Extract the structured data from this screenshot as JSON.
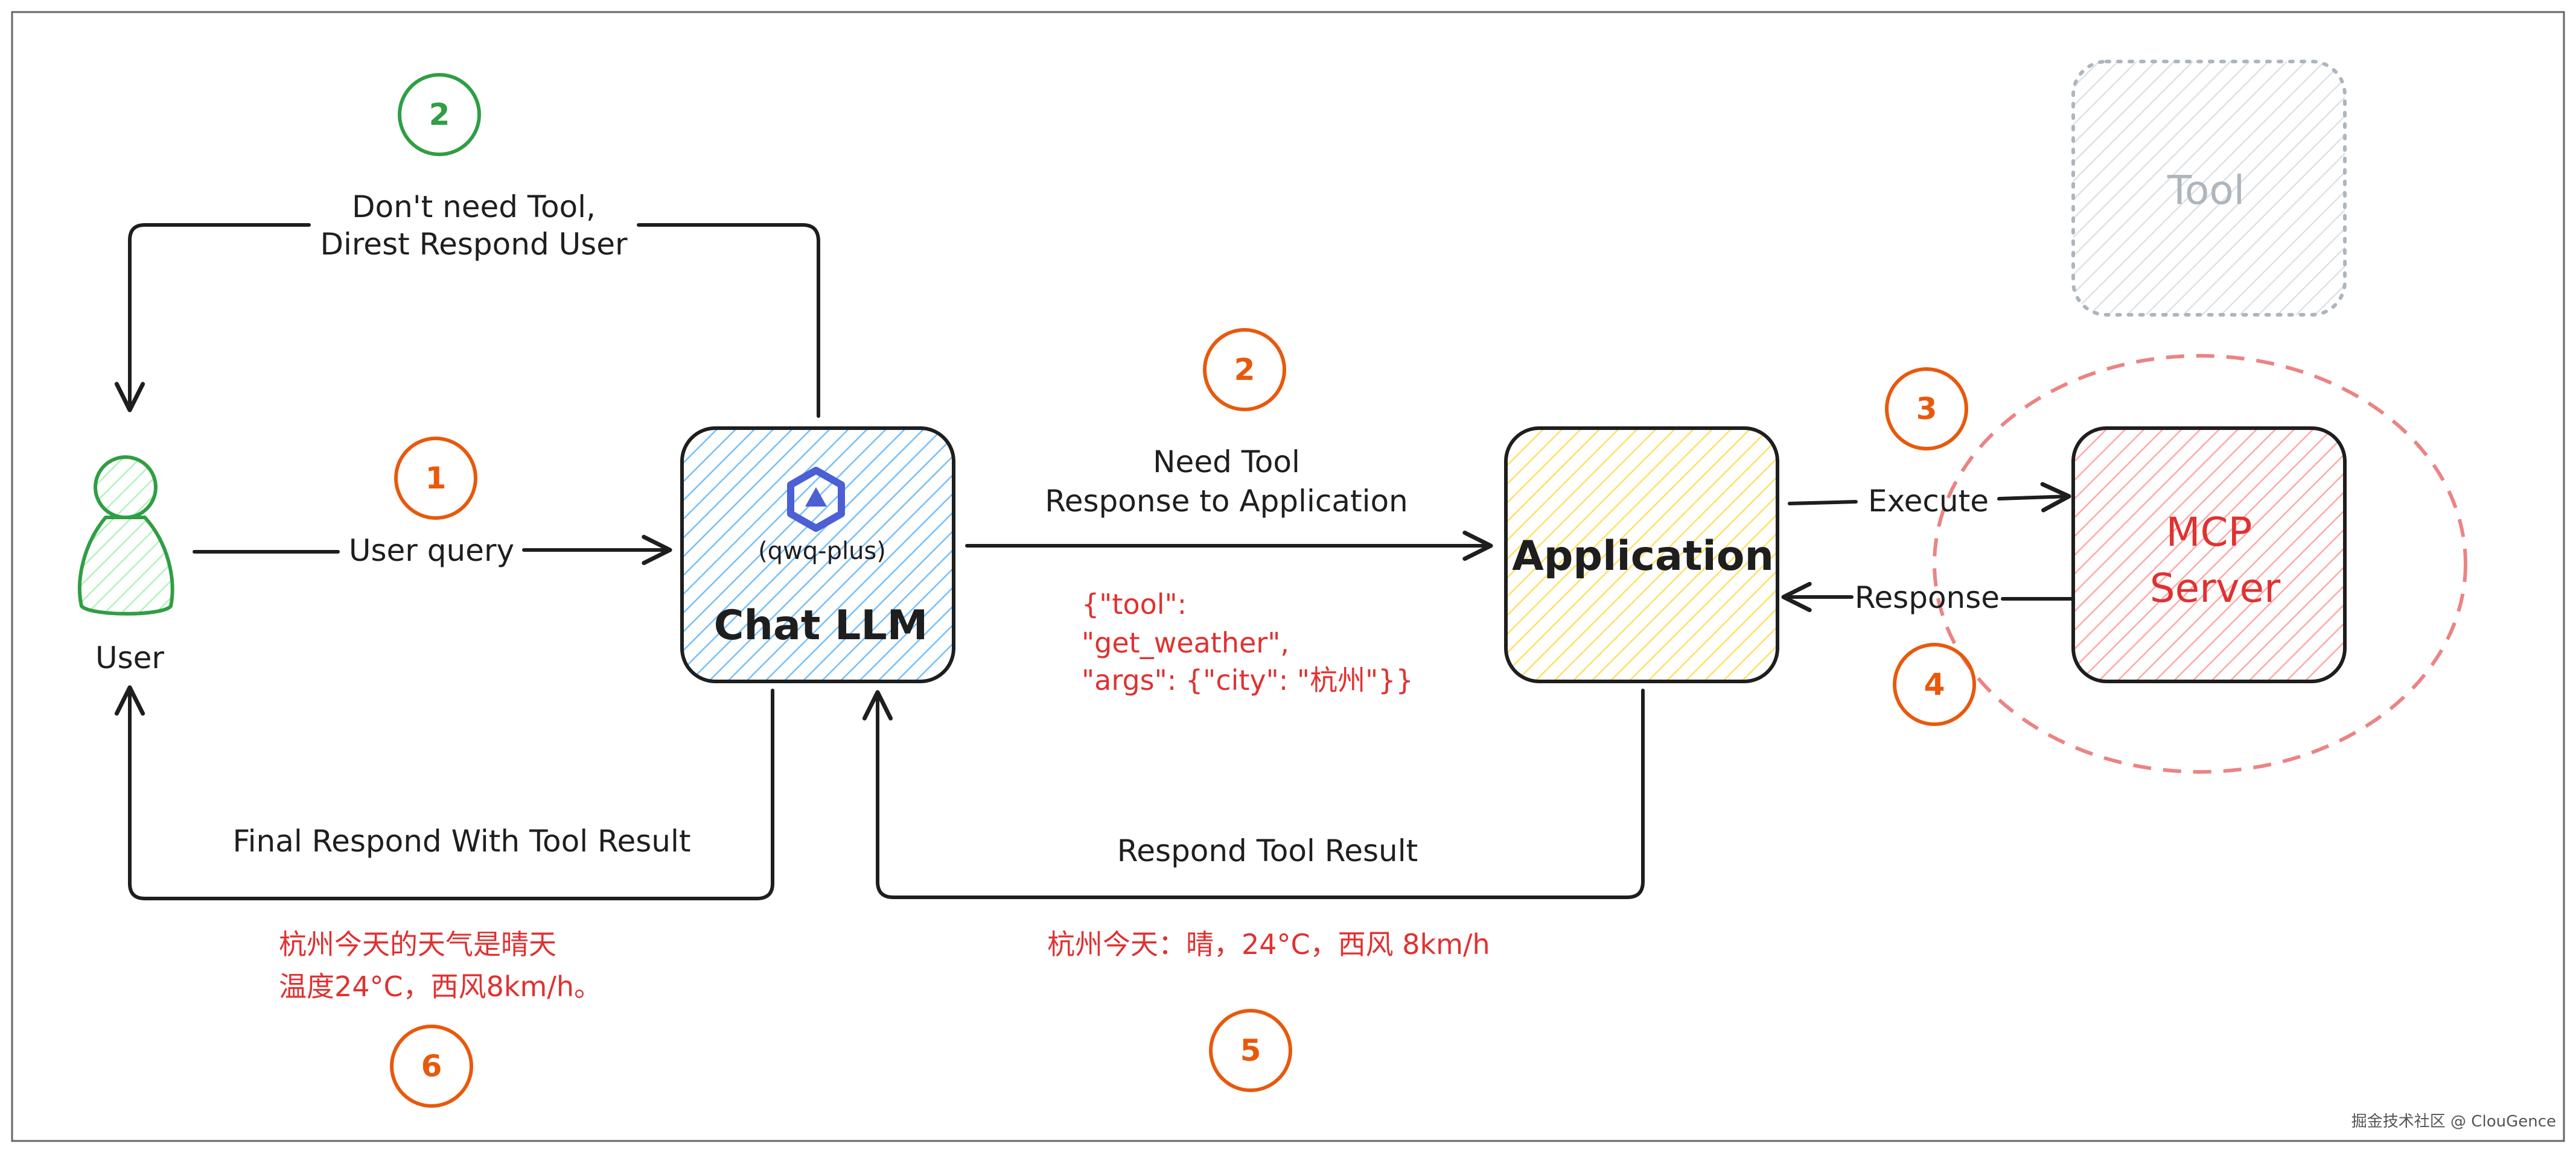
{
  "nodes": {
    "user": {
      "label": "User"
    },
    "chat_llm": {
      "label": "Chat LLM",
      "model": "(qwq-plus)"
    },
    "application": {
      "label": "Application"
    },
    "mcp_server": {
      "line1": "MCP",
      "line2": "Server"
    },
    "tool": {
      "label": "Tool"
    }
  },
  "edges": {
    "user_query": "User query",
    "direct_respond_1": "Don't need Tool,",
    "direct_respond_2": "Direst Respond User",
    "need_tool_1": "Need Tool",
    "need_tool_2": "Response to Application",
    "execute": "Execute",
    "response": "Response",
    "respond_tool_result": "Respond Tool Result",
    "final_respond": "Final Respond With Tool Result"
  },
  "badges": {
    "b1": "1",
    "b2_green": "2",
    "b2_orange": "2",
    "b3": "3",
    "b4": "4",
    "b5": "5",
    "b6": "6"
  },
  "annotations": {
    "tool_call_1": "{\"tool\":",
    "tool_call_2": "\"get_weather\",",
    "tool_call_3": "\"args\": {\"city\": \"杭州\"}}",
    "tool_result": "杭州今天：晴，24°C，西风 8km/h",
    "final_answer_1": "杭州今天的天气是晴天",
    "final_answer_2": "温度24°C，西风8km/h。"
  },
  "watermark": "掘金技术社区 @ ClouGence",
  "colors": {
    "ink": "#1e1e1e",
    "green": "#2f9e44",
    "orange": "#e8590c",
    "red": "#e03131",
    "llm_fill": "#a5d8ff",
    "app_fill": "#ffec99",
    "mcp_fill": "#ffc9c9",
    "tool_fill": "#dee2e6",
    "llm_logo": "#4c5fd5"
  }
}
